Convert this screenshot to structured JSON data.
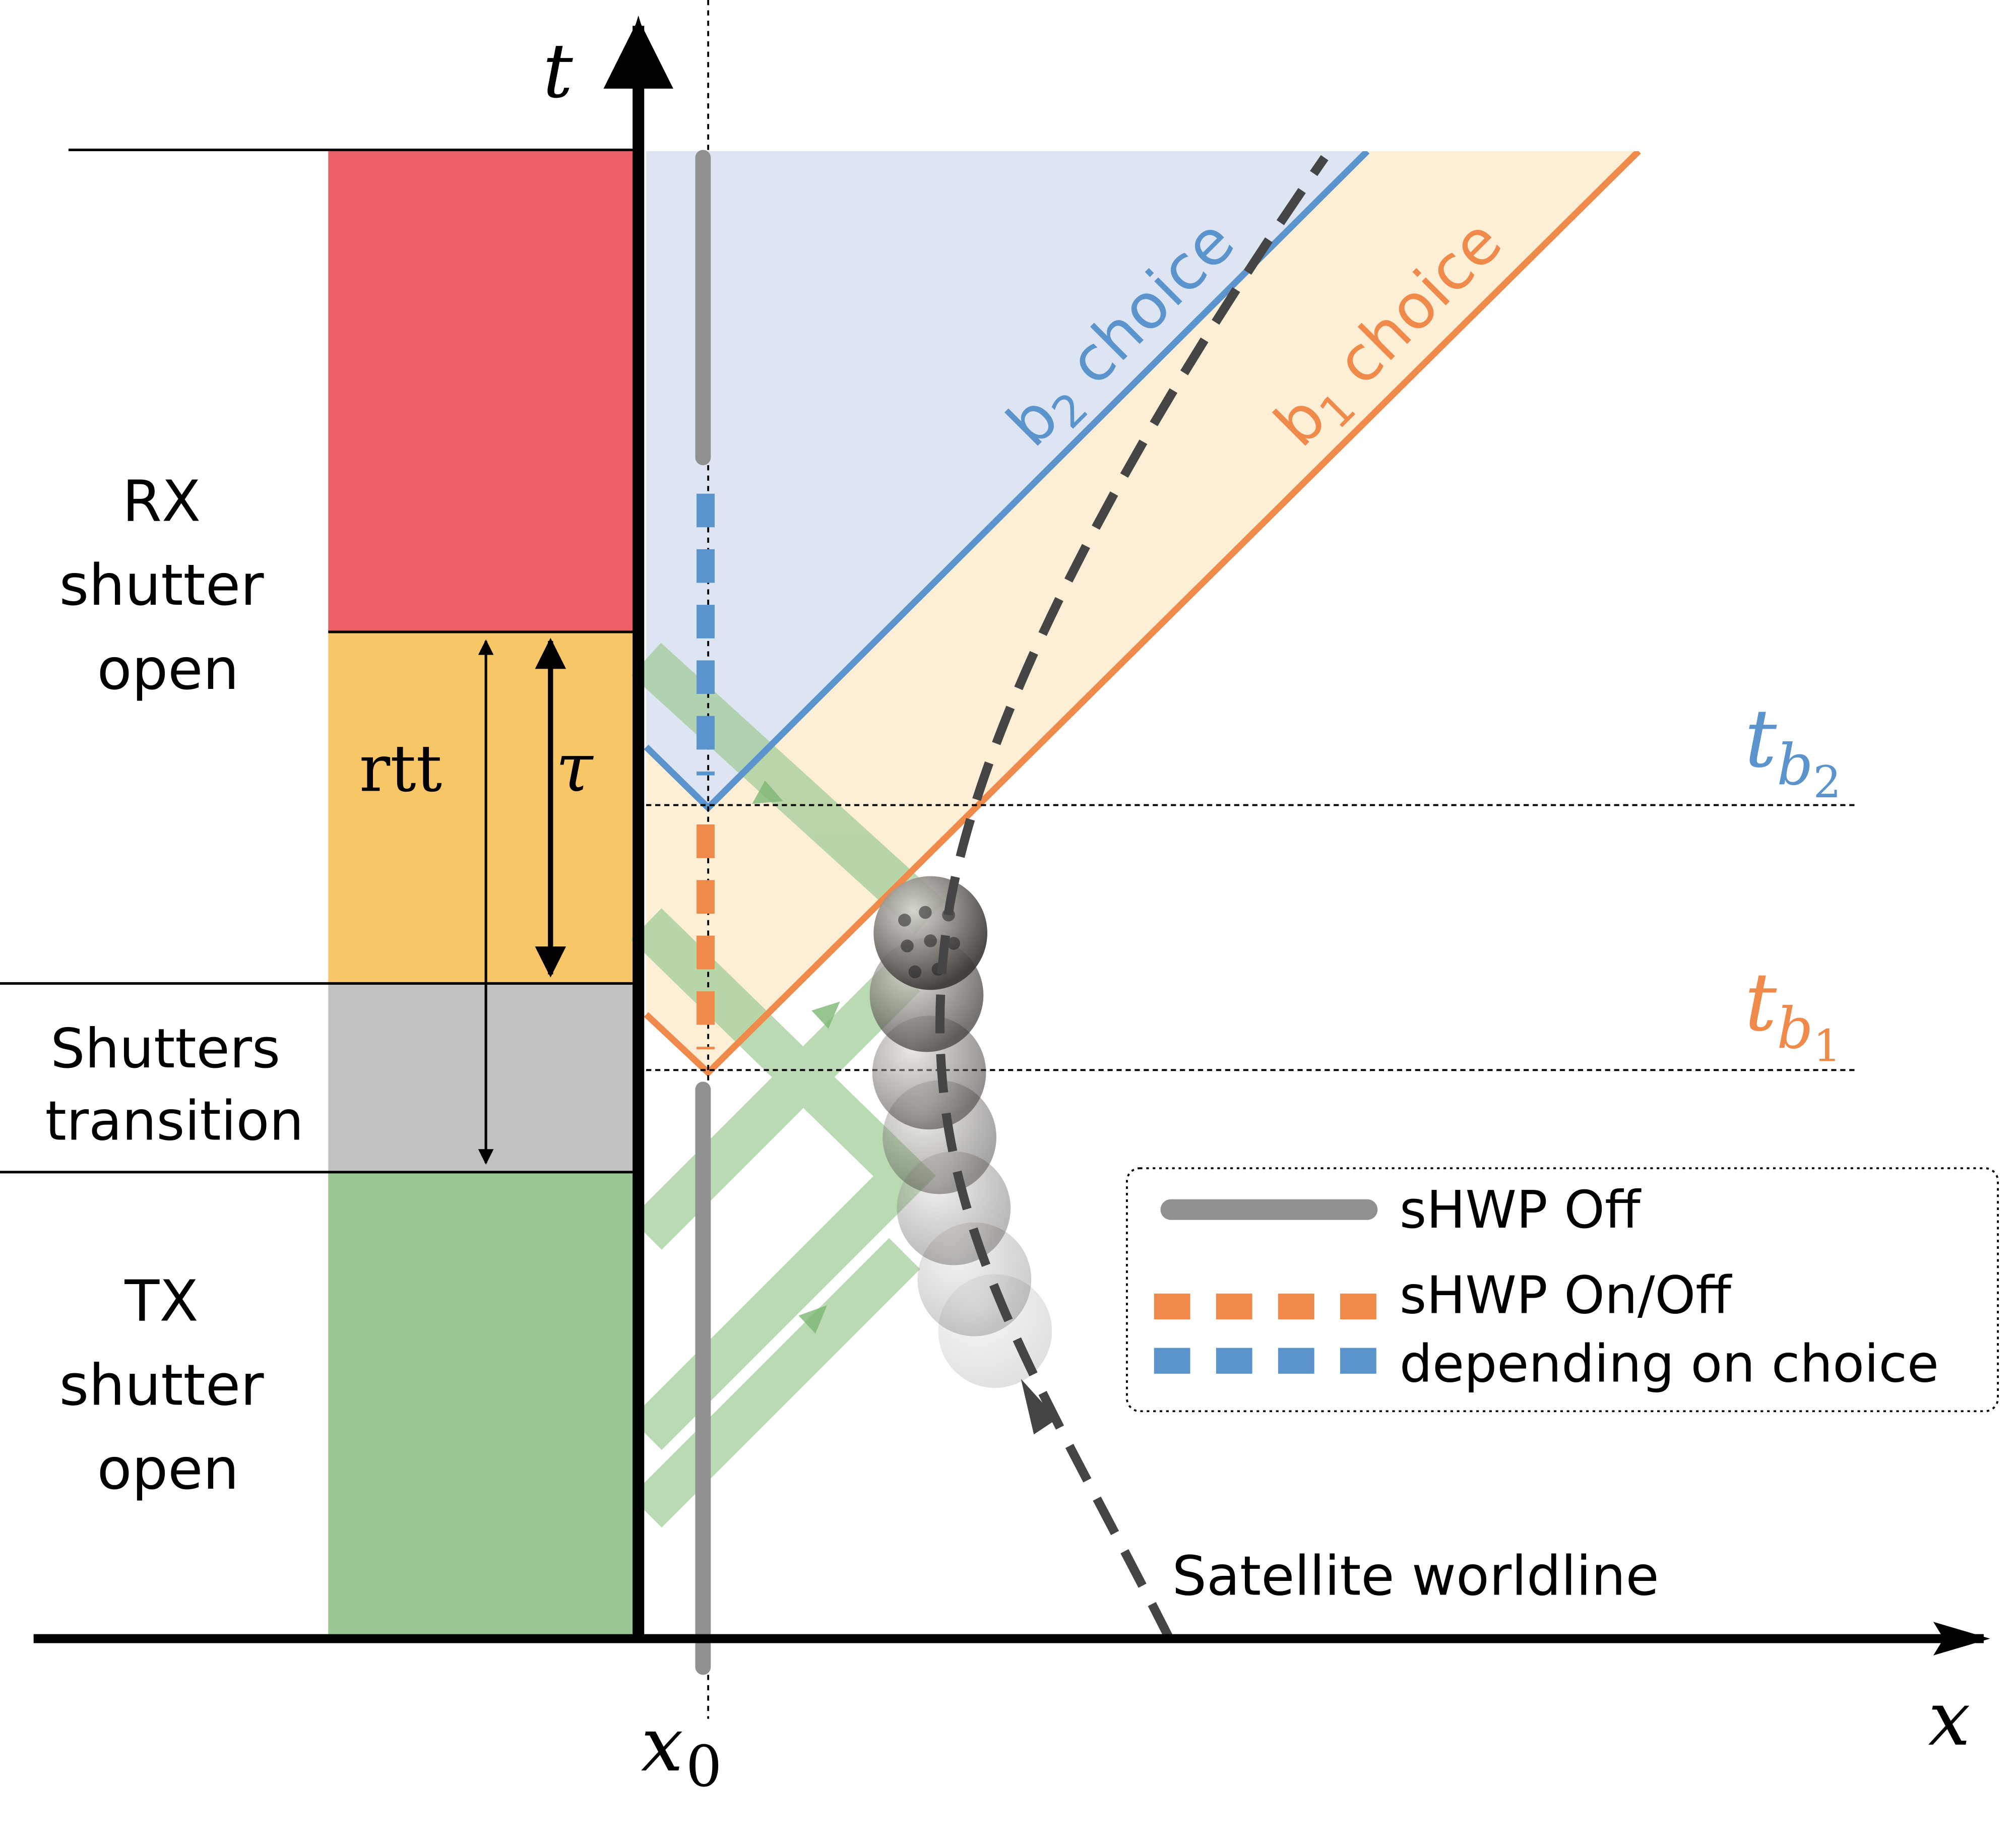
{
  "axes": {
    "t_label": "t",
    "x_label": "x",
    "x0_label": "x",
    "x0_subscript": "0"
  },
  "phases": {
    "rx_line1": "RX",
    "rx_line2": "shutter",
    "rx_line3": "open",
    "transition_line1": "Shutters",
    "transition_line2": "transition",
    "tx_line1": "TX",
    "tx_line2": "shutter",
    "tx_line3": "open",
    "colors": {
      "rx": "#eb5f67",
      "rtt_window": "#f7c767",
      "transition": "#c1c1c1",
      "tx": "#9ac794"
    }
  },
  "intervals": {
    "rtt": "rtt",
    "tau": "τ"
  },
  "choices": {
    "b2_base": "b",
    "b2_sub": "2",
    "b2_word": " choice",
    "b1_base": "b",
    "b1_sub": "1",
    "b1_word": " choice",
    "tb2_base": "t",
    "tb2_sub_b": "b",
    "tb2_sub_n": "2",
    "tb1_base": "t",
    "tb1_sub_b": "b",
    "tb1_sub_n": "1",
    "colors": {
      "b2": "#5b93cc",
      "b1": "#f08a4b",
      "b2_fill": "#dce5f1",
      "b1_fill": "#fdefd6",
      "beam": "#9ccb94"
    }
  },
  "legend": {
    "off": "sHWP Off",
    "onoff": "sHWP On/Off",
    "depending": "depending on choice",
    "colors": {
      "off": "#909090"
    }
  },
  "satellite": {
    "label": "Satellite worldline"
  }
}
